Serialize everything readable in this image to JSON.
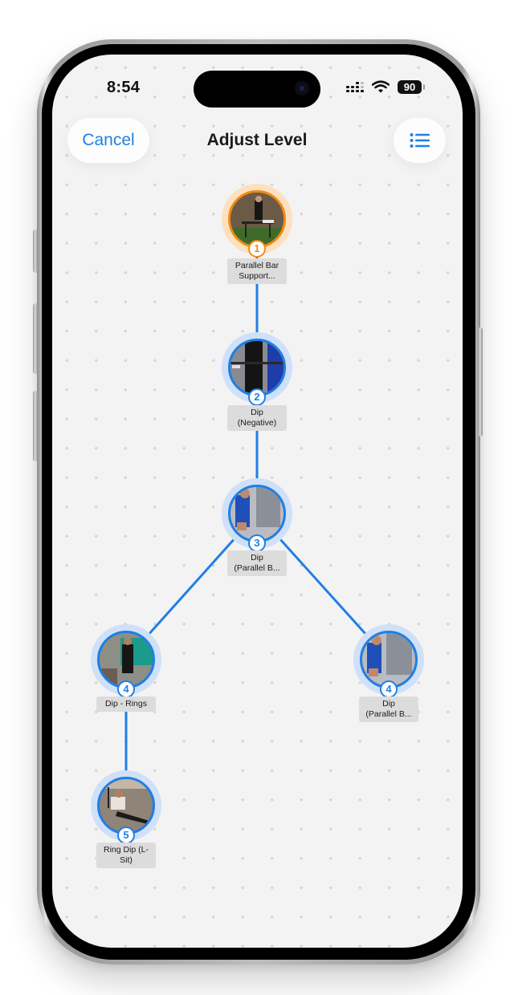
{
  "status_bar": {
    "time": "8:54",
    "battery": "90",
    "icons": [
      "signal-icon",
      "wifi-icon",
      "battery-icon"
    ]
  },
  "header": {
    "cancel_label": "Cancel",
    "title": "Adjust Level",
    "list_button_icon": "list-icon"
  },
  "colors": {
    "accent": "#1f7fe6",
    "active": "#f08a12",
    "background": "#f3f3f3",
    "label_bg": "#dcdcdc"
  },
  "tree": {
    "nodes": [
      {
        "id": "n1",
        "level": "1",
        "label": "Parallel Bar\nSupport...",
        "state": "current",
        "ring_color": "#f08a12"
      },
      {
        "id": "n2",
        "level": "2",
        "label": "Dip\n(Negative)",
        "state": "default",
        "ring_color": "#1f7fe6"
      },
      {
        "id": "n3",
        "level": "3",
        "label": "Dip\n(Parallel B...",
        "state": "default",
        "ring_color": "#1f7fe6"
      },
      {
        "id": "n4a",
        "level": "4",
        "label": "Dip - Rings",
        "state": "default",
        "ring_color": "#1f7fe6"
      },
      {
        "id": "n4b",
        "level": "4",
        "label": "Dip\n(Parallel B...",
        "state": "default",
        "ring_color": "#1f7fe6"
      },
      {
        "id": "n5",
        "level": "5",
        "label": "Ring Dip (L-\nSit)",
        "state": "default",
        "ring_color": "#1f7fe6"
      }
    ],
    "edges": [
      {
        "from": "n1",
        "to": "n2"
      },
      {
        "from": "n2",
        "to": "n3"
      },
      {
        "from": "n3",
        "to": "n4a"
      },
      {
        "from": "n3",
        "to": "n4b"
      },
      {
        "from": "n4a",
        "to": "n5"
      }
    ]
  }
}
